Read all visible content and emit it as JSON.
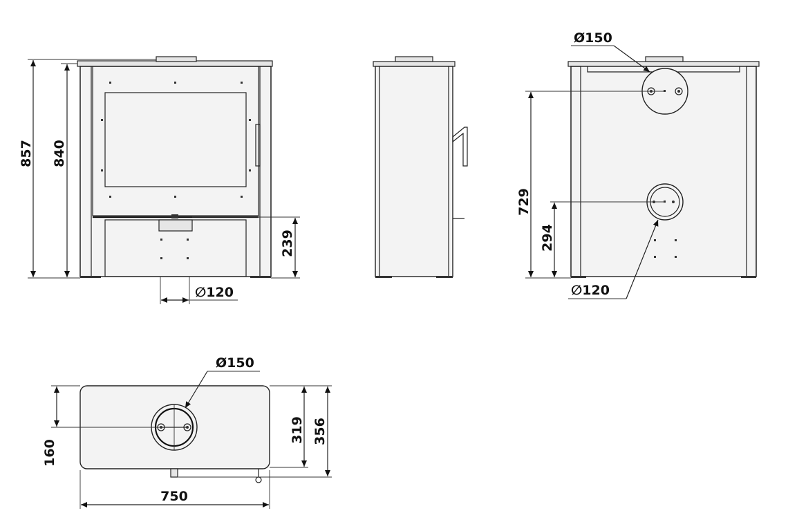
{
  "dimensions": {
    "front_total_height": "857",
    "front_body_height": "840",
    "front_outlet_height": "239",
    "front_pipe_diameter": "∅120",
    "rear_upper_height": "729",
    "rear_lower_height": "294",
    "rear_top_diameter": "Ø150",
    "rear_bottom_diameter": "∅120",
    "plan_diameter": "Ø150",
    "plan_offset": "160",
    "plan_depth_inner": "319",
    "plan_depth_outer": "356",
    "plan_width": "750"
  },
  "colors": {
    "line": "#222222",
    "fill": "#f3f3f3",
    "top": "#e6e6e6"
  }
}
